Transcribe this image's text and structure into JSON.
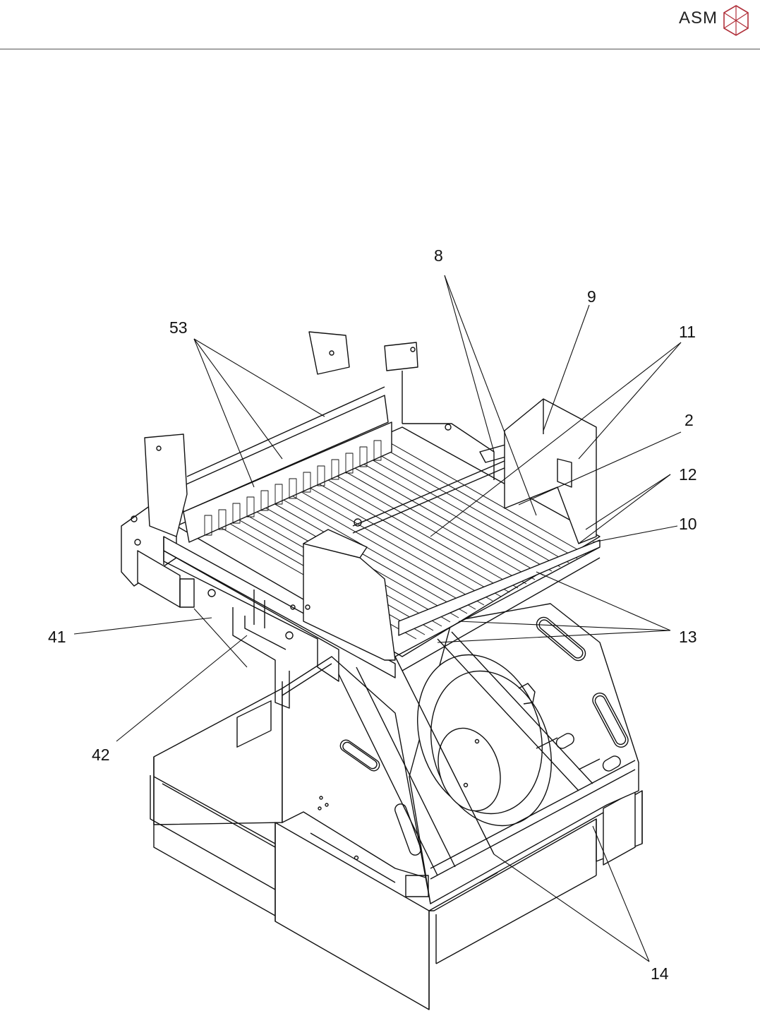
{
  "header": {
    "brand": "ASM",
    "logo_icon": "asm-logo-icon"
  },
  "figure": {
    "callouts": {
      "c8": "8",
      "c9": "9",
      "c11": "11",
      "c53": "53",
      "c2": "2",
      "c12": "12",
      "c10": "10",
      "c41": "41",
      "c13": "13",
      "c42": "42",
      "c14": "14"
    }
  },
  "colors": {
    "line": "#111111",
    "rule": "#555555",
    "shade": "#e9e9e9"
  }
}
